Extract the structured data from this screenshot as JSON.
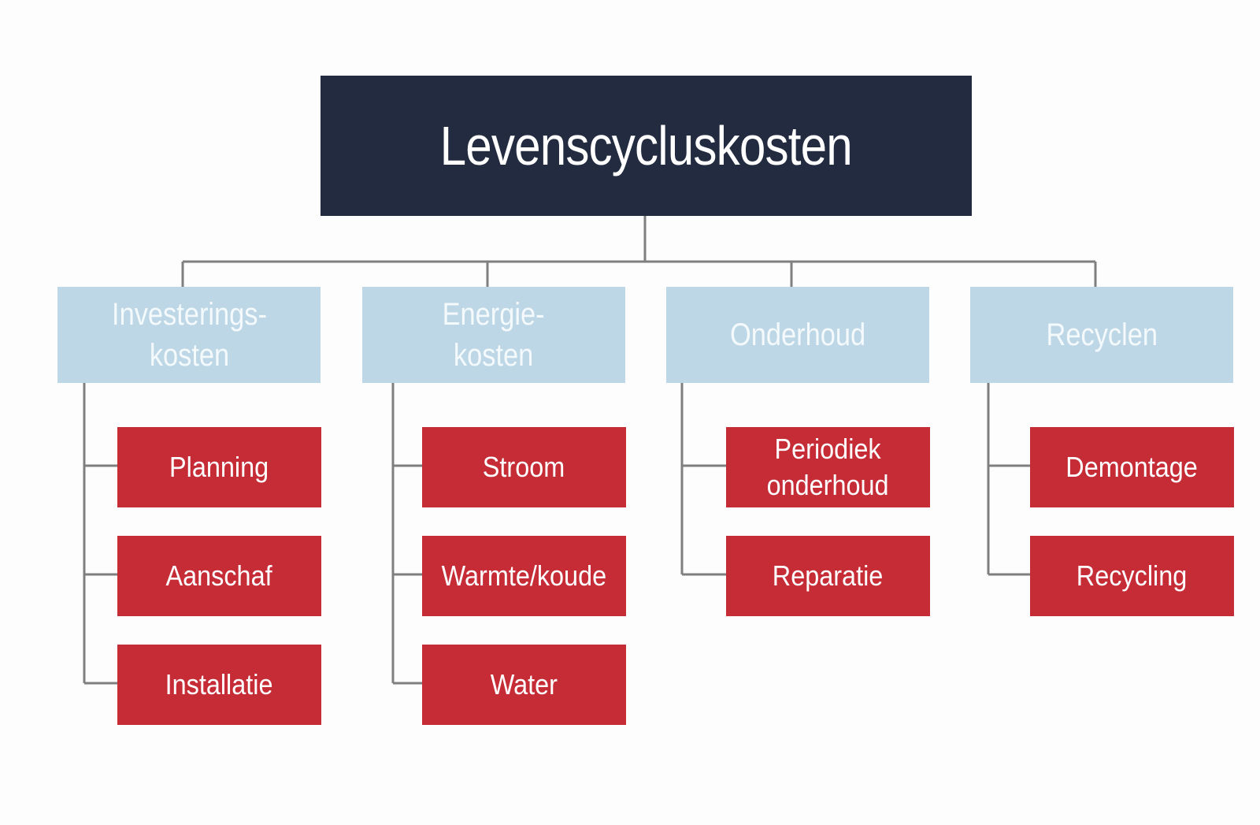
{
  "diagram": {
    "title": "Levenscycluskosten",
    "colors": {
      "root": "#222b3f",
      "category": "#bdd7e6",
      "leaf": "#c52c36",
      "connector": "#7f7f7f"
    },
    "categories": [
      {
        "label": "Investerings-\nkosten",
        "items": [
          "Planning",
          "Aanschaf",
          "Installatie"
        ]
      },
      {
        "label": "Energie-\nkosten",
        "items": [
          "Stroom",
          "Warmte/koude",
          "Water"
        ]
      },
      {
        "label": "Onderhoud",
        "items": [
          "Periodiek\nonderhoud",
          "Reparatie"
        ]
      },
      {
        "label": "Recyclen",
        "items": [
          "Demontage",
          "Recycling"
        ]
      }
    ]
  }
}
